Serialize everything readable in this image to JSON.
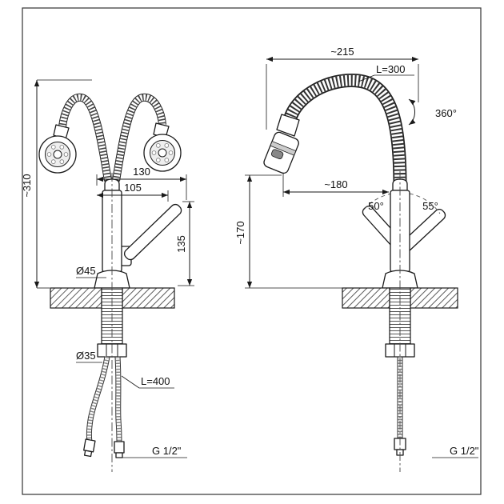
{
  "drawing": {
    "left_view": {
      "height": "~310",
      "width_top": "130",
      "width_mid": "105",
      "handle_height": "135",
      "base_diameter": "Ø45",
      "shank_diameter": "Ø35",
      "hose_length": "L=400",
      "thread": "G 1/2\""
    },
    "right_view": {
      "width_top": "~215",
      "spout_hose_length": "L=300",
      "rotation_angle": "360°",
      "reach": "~180",
      "height": "~170",
      "handle_angle_left": "50°",
      "handle_angle_right": "55°",
      "thread": "G 1/2\""
    }
  }
}
